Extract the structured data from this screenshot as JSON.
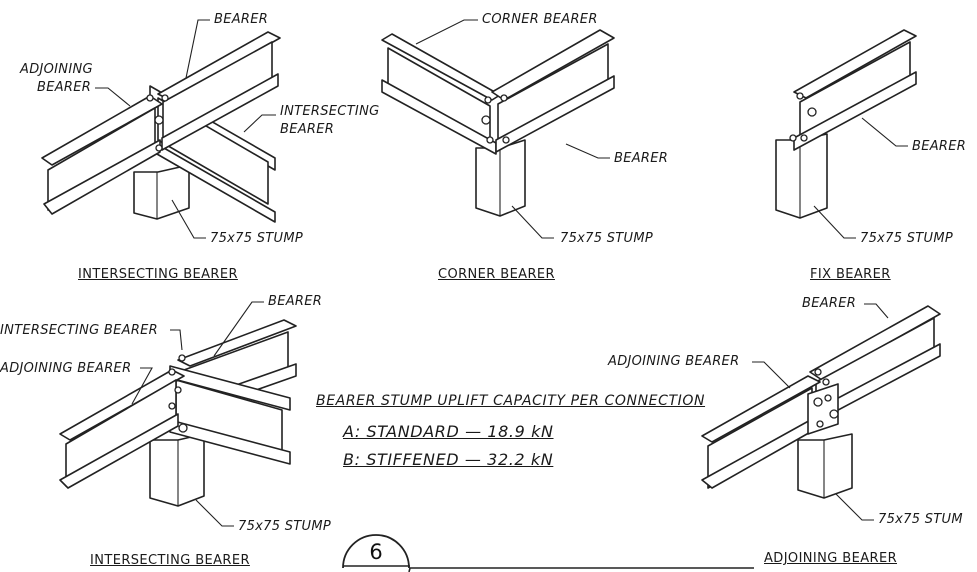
{
  "details": {
    "intersecting_top": {
      "title": "INTERSECTING BEARER",
      "labels": {
        "bearer": "BEARER",
        "adjoining_1": "ADJOINING",
        "adjoining_2": "BEARER",
        "intersecting_1": "INTERSECTING",
        "intersecting_2": "BEARER",
        "stump": "75x75 STUMP"
      }
    },
    "corner": {
      "title": "CORNER BEARER",
      "labels": {
        "corner_bearer": "CORNER BEARER",
        "bearer": "BEARER",
        "stump": "75x75 STUMP"
      }
    },
    "fix": {
      "title": "FIX BEARER",
      "labels": {
        "bearer": "BEARER",
        "stump": "75x75 STUMP"
      }
    },
    "intersecting_bottom": {
      "title": "INTERSECTING BEARER",
      "labels": {
        "bearer": "BEARER",
        "intersecting": "INTERSECTING BEARER",
        "adjoining": "ADJOINING BEARER",
        "stump": "75x75 STUMP"
      }
    },
    "adjoining": {
      "title": "ADJOINING BEARER",
      "labels": {
        "bearer": "BEARER",
        "adjoining": "ADJOINING BEARER",
        "stump": "75x75 STUM"
      }
    }
  },
  "capacity": {
    "heading": "BEARER STUMP UPLIFT CAPACITY PER CONNECTION",
    "line_a": "A: STANDARD — 18.9 kN",
    "line_b": "B: STIFFENED — 32.2 kN"
  },
  "detail_ref": {
    "number": "6"
  }
}
